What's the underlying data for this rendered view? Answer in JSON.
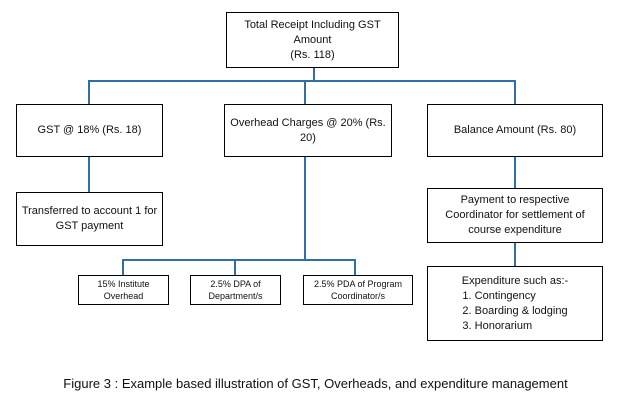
{
  "diagram": {
    "root": "Total Receipt Including GST\nAmount\n(Rs. 118)",
    "level1": {
      "gst": "GST @ 18% (Rs. 18)",
      "overhead": "Overhead Charges @ 20% (Rs.\n20)",
      "balance": "Balance Amount (Rs. 80)"
    },
    "gst_child": "Transferred to account 1 for\nGST payment",
    "overhead_children": [
      "15% Institute\nOverhead",
      "2.5% DPA of\nDepartment/s",
      "2.5% PDA of Program\nCoordinator/s"
    ],
    "balance_child": "Payment to respective\nCoordinator for settlement of\ncourse expenditure",
    "expenditure": {
      "heading": "Expenditure such as:-",
      "items": [
        "1.  Contingency",
        "2.  Boarding & lodging",
        "3.  Honorarium"
      ]
    }
  },
  "caption": "Figure 3 : Example based illustration of GST, Overheads, and expenditure management"
}
